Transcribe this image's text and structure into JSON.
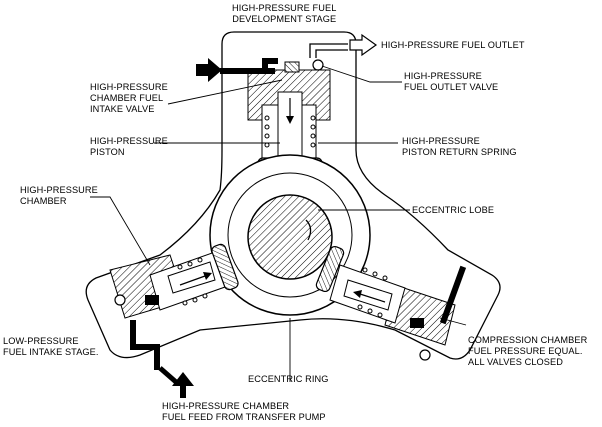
{
  "labels": {
    "dev_stage": [
      "HIGH-PRESSURE FUEL",
      "DEVELOPMENT STAGE"
    ],
    "fuel_outlet": [
      "HIGH-PRESSURE FUEL OUTLET"
    ],
    "intake_valve": [
      "HIGH-PRESSURE",
      "CHAMBER FUEL",
      "INTAKE VALVE"
    ],
    "outlet_valve": [
      "HIGH-PRESSURE",
      "FUEL OUTLET VALVE"
    ],
    "piston": [
      "HIGH-PRESSURE",
      "PISTON"
    ],
    "return_spring": [
      "HIGH-PRESSURE",
      "PISTON RETURN SPRING"
    ],
    "chamber": [
      "HIGH-PRESSURE",
      "CHAMBER"
    ],
    "eccentric_lobe": [
      "ECCENTRIC LOBE"
    ],
    "low_pressure": [
      "LOW-PRESSURE",
      "FUEL INTAKE STAGE."
    ],
    "compression": [
      "COMPRESSION CHAMBER",
      "FUEL PRESSURE EQUAL.",
      "ALL VALVES CLOSED"
    ],
    "eccentric_ring": [
      "ECCENTRIC RING"
    ],
    "fuel_feed": [
      "HIGH-PRESSURE CHAMBER",
      "FUEL FEED FROM TRANSFER PUMP"
    ]
  }
}
